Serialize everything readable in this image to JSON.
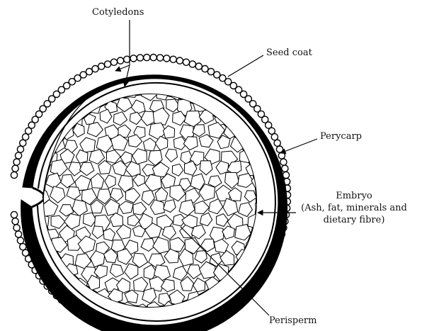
{
  "labels": {
    "cotyledons": "Cotyledons",
    "seed_coat": "Seed coat",
    "perycarp": "Perycarp",
    "embryo": "Embryo",
    "embryo_detail_1": "(Ash, fat, minerals and",
    "embryo_detail_2": "dietary fibre)",
    "perisperm": "Perisperm"
  },
  "colors": {
    "stroke": "#000000",
    "background": "#ffffff"
  }
}
